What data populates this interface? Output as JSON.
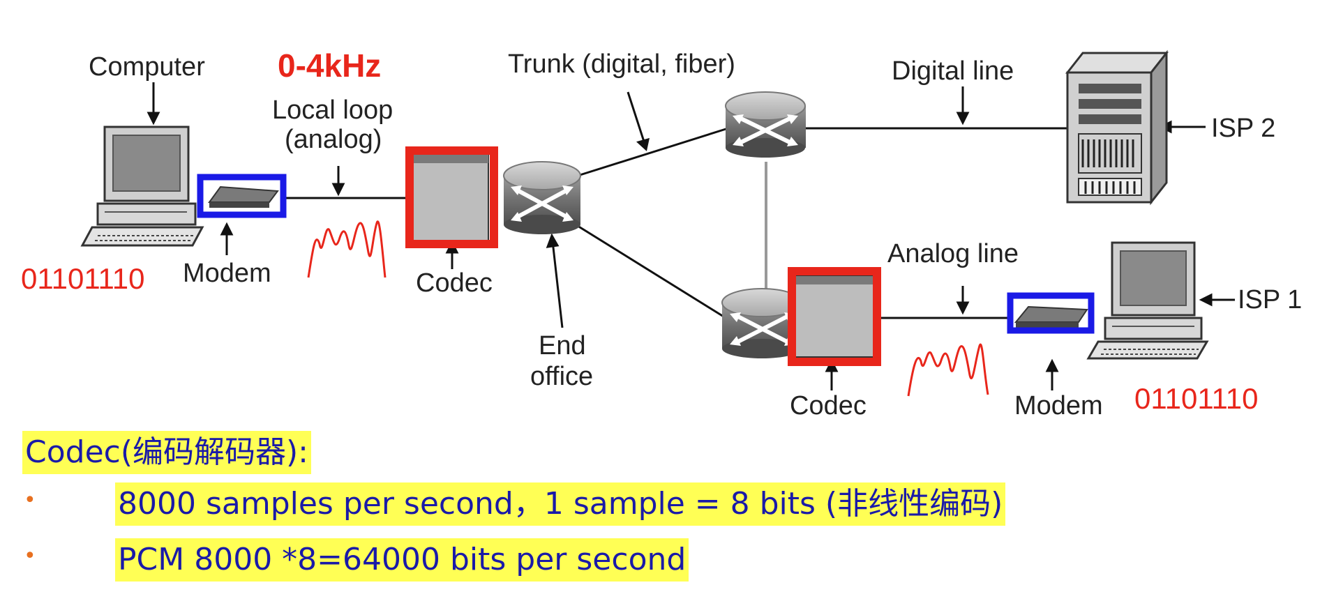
{
  "labels": {
    "computer": "Computer",
    "band": "0-4kHz",
    "local_loop_1": "Local loop",
    "local_loop_2": "(analog)",
    "trunk": "Trunk (digital, fiber)",
    "digital_line": "Digital line",
    "isp2": "ISP 2",
    "isp1": "ISP 1",
    "analog_line": "Analog line",
    "modem_left": "Modem",
    "modem_right": "Modem",
    "codec_left": "Codec",
    "codec_right": "Codec",
    "end_office_1": "End",
    "end_office_2": "office",
    "bits_left": "01101110",
    "bits_right": "01101110"
  },
  "notes": {
    "heading": "Codec(编码解码器):",
    "bullet_1": "8000 samples per second，1 sample = 8 bits (非线性编码)",
    "bullet_2": "PCM  8000 *8=64000 bits per second",
    "bullet_mark": "•"
  },
  "colors": {
    "codec_highlight": "#e8261b",
    "modem_highlight": "#1a1ae6",
    "red_text": "#e8261b",
    "note_bg": "#ffff55",
    "note_text": "#1a1aa8",
    "bullet": "#e87020"
  }
}
